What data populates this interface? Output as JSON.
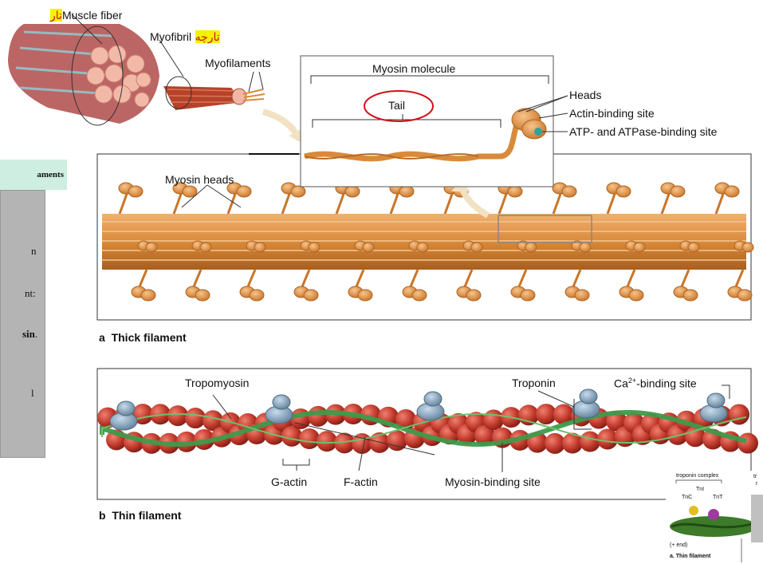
{
  "labels": {
    "muscle_fiber_rtl": "تار",
    "muscle_fiber": "Muscle fiber",
    "myofibril": "Myofibril",
    "myofibril_rtl": "تارچه",
    "myofilaments": "Myofilaments",
    "myosin_molecule": "Myosin molecule",
    "tail": "Tail",
    "heads": "Heads",
    "actin_binding_site": "Actin-binding site",
    "atp_binding_site": "ATP- and ATPase-binding site",
    "myosin_heads": "Myosin heads",
    "tropomyosin": "Tropomyosin",
    "troponin": "Troponin",
    "ca_site_prefix": "Ca",
    "ca_site_sup": "2+",
    "ca_site_suffix": "-binding site",
    "g_actin": "G-actin",
    "f_actin": "F-actin",
    "myosin_binding_site": "Myosin-binding site"
  },
  "captions": {
    "thick_letter": "a",
    "thick": "Thick filament",
    "thin_letter": "b",
    "thin": "Thin filament"
  },
  "side_panel": {
    "header": "aments",
    "line1": "n",
    "line2": "nt:",
    "line3": "sin",
    "line3_punct": ".",
    "line4": "l"
  },
  "inset": {
    "troponin_complex": "troponin complex",
    "tni": "TnI",
    "tnc": "TnC",
    "tnt": "TnT",
    "plus_end": "(+ end)",
    "caption": "a. Thin filament",
    "tr": "tr",
    "r": "r"
  },
  "colors": {
    "highlight": "#f6f200",
    "myosin": "#d98a3a",
    "actin": "#c0392b",
    "tropomyosin": "#3f9a4a",
    "troponin": "#7f9fb8",
    "tail_circle": "#d0121b",
    "side_header_bg": "#cdeee0",
    "side_panel_bg": "#b4b4b4"
  }
}
